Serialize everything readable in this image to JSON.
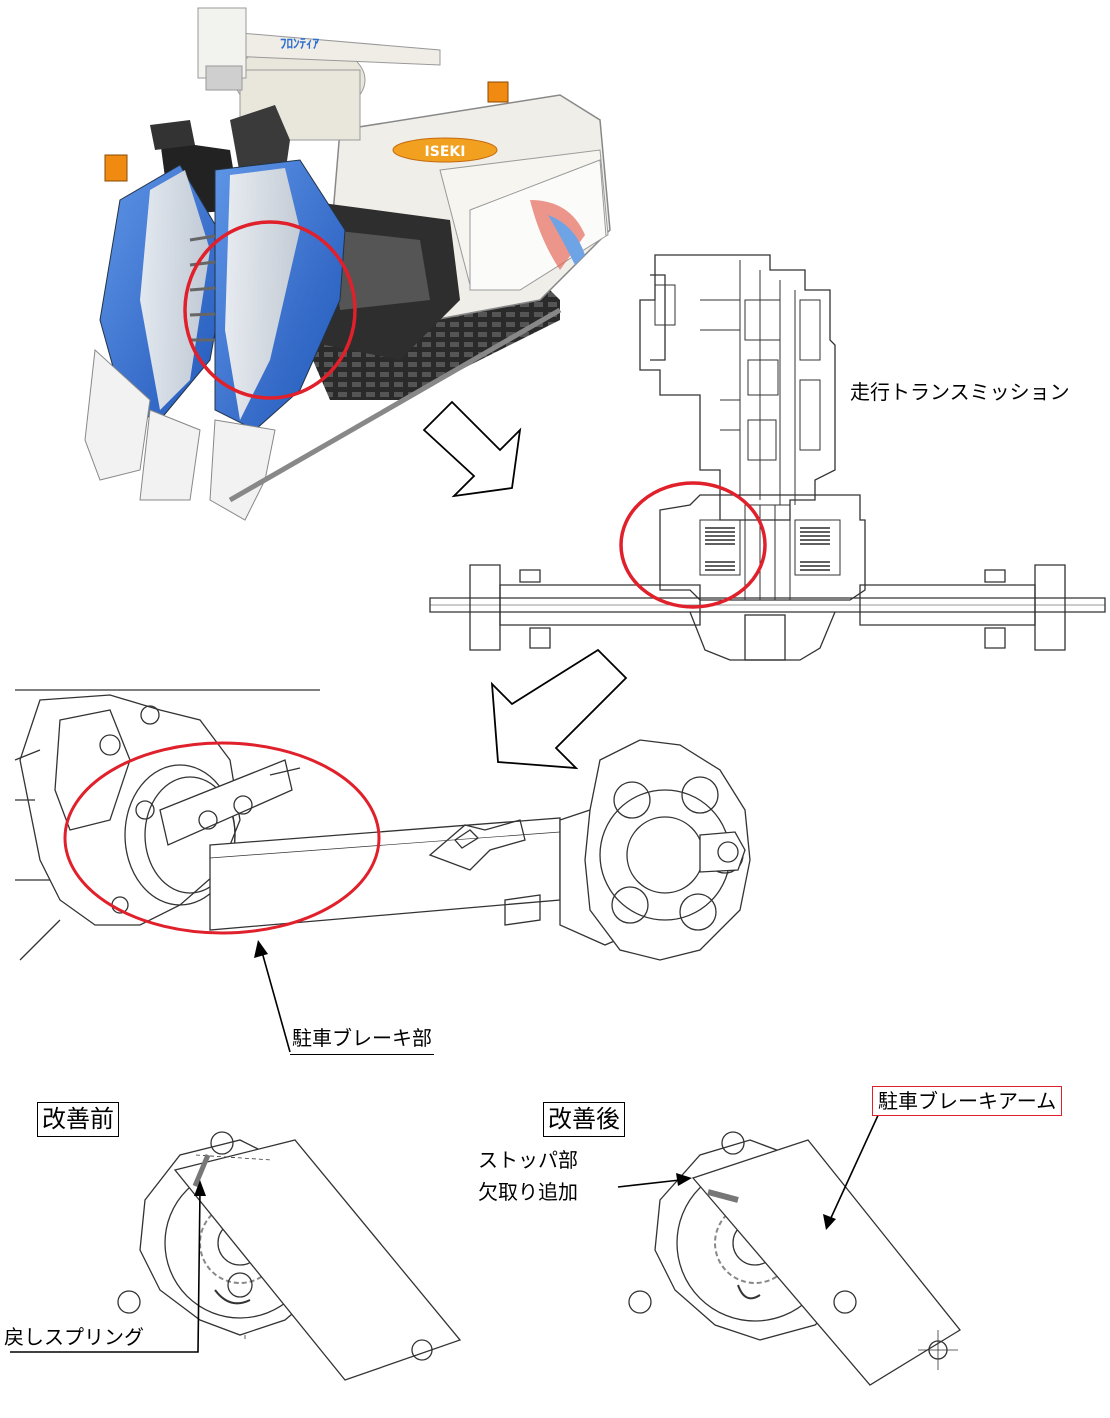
{
  "photo": {
    "brand_badge": "ISEKI"
  },
  "labels": {
    "transmission": "走行トランスミッション",
    "parking_brake_section": "駐車ブレーキ部",
    "before": "改善前",
    "after": "改善後",
    "parking_brake_arm": "駐車ブレーキアーム",
    "stopper_line1": "ストッパ部",
    "stopper_line2": "欠取り追加",
    "return_spring": "戻しスプリング"
  },
  "colors": {
    "highlight": "#e0202a",
    "machine_blue": "#2f6fd0",
    "line": "#333333"
  }
}
